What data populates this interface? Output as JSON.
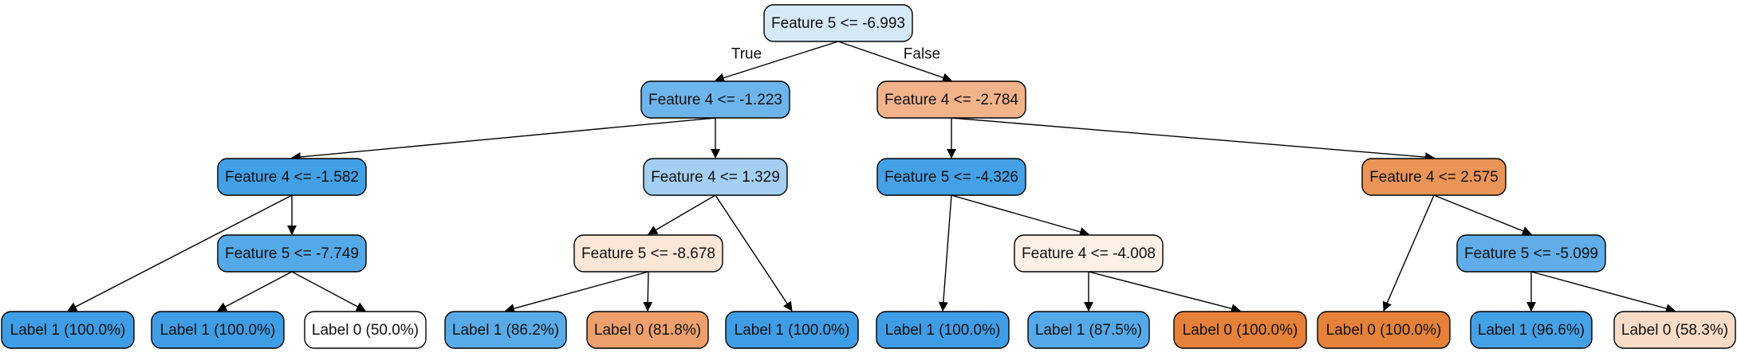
{
  "tree": {
    "nodes": [
      {
        "id": "n0",
        "text": "Feature 5 <= -6.993",
        "fill": "#d6e9f9"
      },
      {
        "id": "n1",
        "text": "Feature 4 <= -1.223",
        "fill": "#6eb4ec"
      },
      {
        "id": "n2",
        "text": "Feature 4 <= -2.784",
        "fill": "#f2b28a"
      },
      {
        "id": "n3",
        "text": "Feature 4 <= -1.582",
        "fill": "#42a0e6"
      },
      {
        "id": "n4",
        "text": "Feature 4 <= 1.329",
        "fill": "#a4cff3"
      },
      {
        "id": "n5",
        "text": "Feature 5 <= -4.326",
        "fill": "#45a1e6"
      },
      {
        "id": "n6",
        "text": "Feature 4 <= 2.575",
        "fill": "#ea9457"
      },
      {
        "id": "n7",
        "text": "Feature 5 <= -7.749",
        "fill": "#55a9e8"
      },
      {
        "id": "n8",
        "text": "Feature 5 <= -8.678",
        "fill": "#fbe6d8"
      },
      {
        "id": "n9",
        "text": "Feature 4 <= -4.008",
        "fill": "#fdf0e7"
      },
      {
        "id": "n10",
        "text": "Feature 5 <= -5.099",
        "fill": "#60ade9"
      },
      {
        "id": "n11",
        "text": "Label 1 (100.0%)",
        "fill": "#3f9de5"
      },
      {
        "id": "n12",
        "text": "Label 1 (100.0%)",
        "fill": "#3f9de5"
      },
      {
        "id": "n13",
        "text": "Label 0 (50.0%)",
        "fill": "#ffffff"
      },
      {
        "id": "n14",
        "text": "Label 1 (86.2%)",
        "fill": "#59abe8"
      },
      {
        "id": "n15",
        "text": "Label 0 (81.8%)",
        "fill": "#eda06c"
      },
      {
        "id": "n16",
        "text": "Label 1 (100.0%)",
        "fill": "#3f9de5"
      },
      {
        "id": "n17",
        "text": "Label 1 (100.0%)",
        "fill": "#3f9de5"
      },
      {
        "id": "n18",
        "text": "Label 1 (87.5%)",
        "fill": "#55a9e8"
      },
      {
        "id": "n19",
        "text": "Label 0 (100.0%)",
        "fill": "#e58139"
      },
      {
        "id": "n20",
        "text": "Label 0 (100.0%)",
        "fill": "#e58139"
      },
      {
        "id": "n21",
        "text": "Label 1 (96.6%)",
        "fill": "#45a1e6"
      },
      {
        "id": "n22",
        "text": "Label 0 (58.3%)",
        "fill": "#f8dcc8"
      }
    ],
    "edges": [
      {
        "from": "n0",
        "to": "n1",
        "label": "True"
      },
      {
        "from": "n0",
        "to": "n2",
        "label": "False"
      },
      {
        "from": "n1",
        "to": "n3",
        "label": ""
      },
      {
        "from": "n1",
        "to": "n4",
        "label": ""
      },
      {
        "from": "n2",
        "to": "n5",
        "label": ""
      },
      {
        "from": "n2",
        "to": "n6",
        "label": ""
      },
      {
        "from": "n3",
        "to": "n11",
        "label": ""
      },
      {
        "from": "n3",
        "to": "n7",
        "label": ""
      },
      {
        "from": "n7",
        "to": "n12",
        "label": ""
      },
      {
        "from": "n7",
        "to": "n13",
        "label": ""
      },
      {
        "from": "n4",
        "to": "n8",
        "label": ""
      },
      {
        "from": "n4",
        "to": "n16",
        "label": ""
      },
      {
        "from": "n8",
        "to": "n14",
        "label": ""
      },
      {
        "from": "n8",
        "to": "n15",
        "label": ""
      },
      {
        "from": "n5",
        "to": "n17",
        "label": ""
      },
      {
        "from": "n5",
        "to": "n9",
        "label": ""
      },
      {
        "from": "n9",
        "to": "n18",
        "label": ""
      },
      {
        "from": "n9",
        "to": "n19",
        "label": ""
      },
      {
        "from": "n6",
        "to": "n20",
        "label": ""
      },
      {
        "from": "n6",
        "to": "n10",
        "label": ""
      },
      {
        "from": "n10",
        "to": "n21",
        "label": ""
      },
      {
        "from": "n10",
        "to": "n22",
        "label": ""
      }
    ]
  }
}
